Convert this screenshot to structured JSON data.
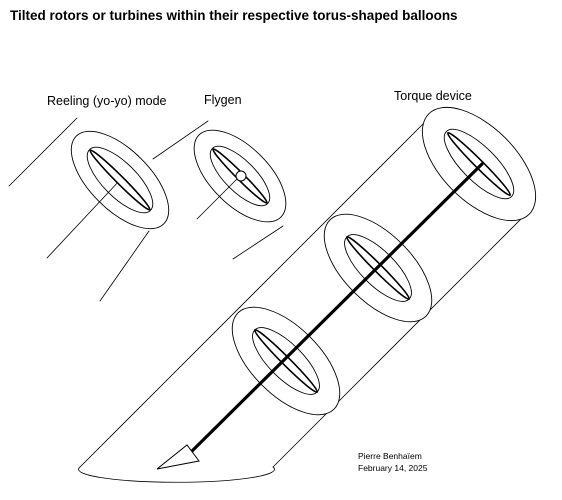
{
  "title": "Tilted rotors or turbines within their respective torus-shaped balloons",
  "labels": {
    "reeling": "Reeling (yo-yo) mode",
    "flygen": "Flygen",
    "torque": "Torque device"
  },
  "credit": {
    "author": "Pierre Benhaïem",
    "date": "February 14, 2025"
  }
}
